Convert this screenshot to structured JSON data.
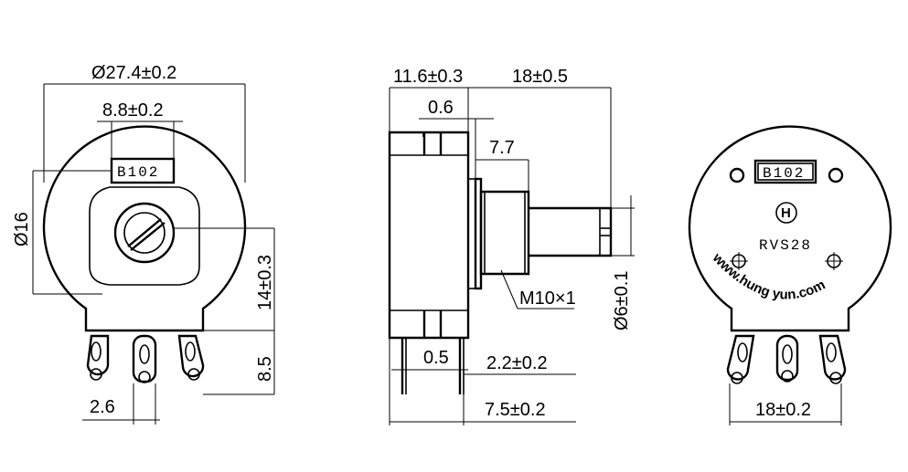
{
  "front_view": {
    "dims": {
      "outer_diameter": "Ø27.4±0.2",
      "label_width": "8.8±0.2",
      "body_height": "Ø16",
      "center_to_base": "14±0.3",
      "terminal_length": "8.5",
      "terminal_pitch": "2.6"
    },
    "label_text": "B102"
  },
  "side_view": {
    "dims": {
      "body_depth": "11.6±0.3",
      "shaft_length": "18±0.5",
      "gap": "0.6",
      "bushing_length": "7.7",
      "thread": "M10×1",
      "shaft_diameter": "Ø6±0.1",
      "terminal_thickness": "0.5",
      "terminal_offset": "2.2±0.2",
      "terminal_span": "7.5±0.2"
    }
  },
  "back_view": {
    "label_text": "B102",
    "logo": "H",
    "model": "RVS28",
    "website": "www.hung yun.com",
    "dims": {
      "terminal_span": "18±0.2"
    }
  }
}
